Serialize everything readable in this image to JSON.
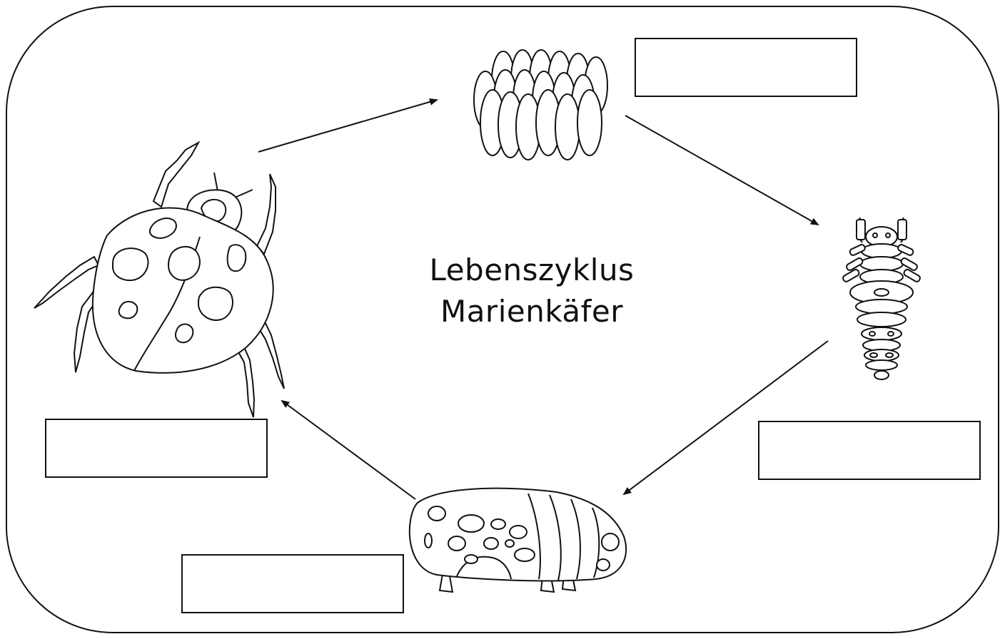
{
  "title": {
    "line1": "Lebenszyklus",
    "line2": "Marienkäfer"
  },
  "stages": [
    {
      "id": "eggs",
      "answer": ""
    },
    {
      "id": "larva",
      "answer": ""
    },
    {
      "id": "pupa",
      "answer": ""
    },
    {
      "id": "beetle",
      "answer": ""
    }
  ],
  "colors": {
    "ink": "#111111",
    "paper": "#ffffff"
  }
}
